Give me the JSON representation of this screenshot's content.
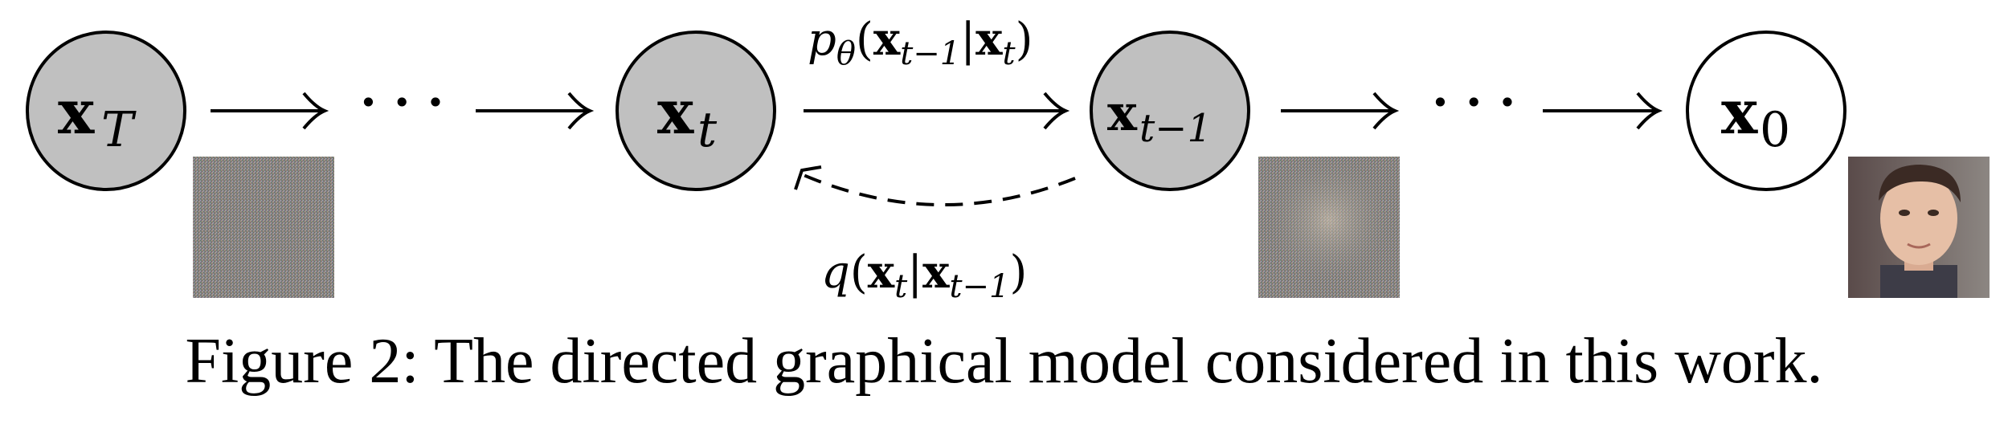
{
  "nodes": [
    {
      "id": "xT",
      "var": "x",
      "sub": "T",
      "state": "observed-noise"
    },
    {
      "id": "xt",
      "var": "x",
      "sub": "t",
      "state": "latent"
    },
    {
      "id": "xt1",
      "var": "x",
      "sub": "t−1",
      "state": "latent"
    },
    {
      "id": "x0",
      "var": "x",
      "sub": "0",
      "state": "data"
    }
  ],
  "ellipsis": "· · ·",
  "edges": {
    "reverse_label": {
      "fn": "p",
      "param": "θ",
      "var1": "x",
      "sub1": "t−1",
      "var2": "x",
      "sub2": "t"
    },
    "forward_label": {
      "fn": "q",
      "var1": "x",
      "sub1": "t",
      "var2": "x",
      "sub2": "t−1"
    }
  },
  "colors": {
    "node_fill": "#c0c0c0",
    "node_fill_data": "#ffffff",
    "stroke": "#000000"
  },
  "caption": "Figure 2: The directed graphical model considered in this work."
}
